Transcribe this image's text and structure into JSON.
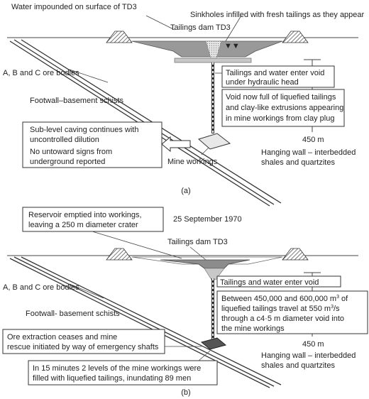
{
  "panel_a": {
    "caption": "(a)",
    "water_impounded": "Water impounded on surface of TD3",
    "sinkholes": "Sinkholes infilled with fresh tailings as they appear",
    "tailings_dam": "Tailings dam TD3",
    "ore_bodies": "A, B and C ore bodies",
    "tailings_enter_1": "Tailings and water enter void",
    "tailings_enter_2": "under hydraulic head",
    "void_full_1": "Void now full of liquefied tailings",
    "void_full_2": "and clay-like extrusions appearing",
    "void_full_3": "in mine workings from clay plug",
    "footwall": "Footwall–basement schists",
    "caving_1": "Sub-level caving continues with",
    "caving_2": "uncontrolled dilution",
    "no_signs_1": "No untoward signs from",
    "no_signs_2": "underground reported",
    "depth": "450 m",
    "hanging_wall_1": "Hanging wall – interbedded",
    "hanging_wall_2": "shales and quartzites",
    "mine_workings": "Mine workings"
  },
  "panel_b": {
    "caption": "(b)",
    "reservoir_1": "Reservoir emptied into workings,",
    "reservoir_2": "leaving a 250 m diameter crater",
    "date": "25 September 1970",
    "tailings_dam": "Tailings dam TD3",
    "ore_bodies": "A, B and C ore bodies",
    "tailings_enter": "Tailings and water enter void",
    "volume_1a": "Between 450,000 and 600,000 m",
    "volume_1sup": "3",
    "volume_1b": " of",
    "volume_2a": "liquefied tailings travel at 550 m",
    "volume_2sup": "3",
    "volume_2b": "/s",
    "volume_3": "through a c4·5 m diameter void into",
    "volume_4": "the mine workings",
    "footwall": "Footwall- basement schists",
    "ore_ceases_1": "Ore extraction ceases and mine",
    "ore_ceases_2": "rescue initiated by way of emergency shafts",
    "depth": "450 m",
    "minutes_1": "In 15 minutes 2 levels of the mine workings were",
    "minutes_2": "filled with liquefied tailings, inundating 89 men",
    "hanging_wall_1": "Hanging wall – interbedded",
    "hanging_wall_2": "shales and quartzites"
  }
}
